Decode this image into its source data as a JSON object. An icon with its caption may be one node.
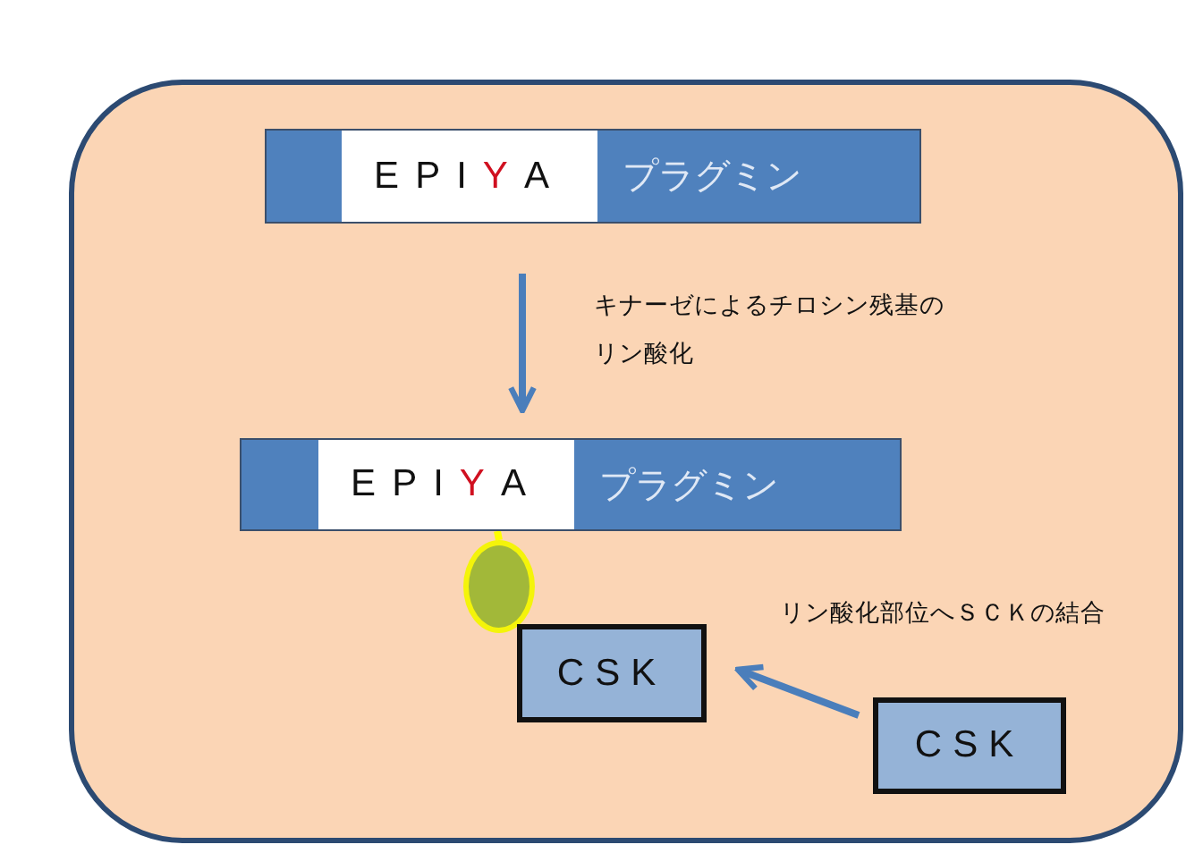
{
  "diagram": {
    "nodes": [
      {
        "text": [
          "EPIYA",
          "プラグミン"
        ]
      },
      {
        "text": [
          "EPIYA",
          "プラグミン"
        ]
      },
      {
        "text": [],
        "shape": "circle"
      },
      {
        "text": [
          "CSK"
        ]
      },
      {
        "text": [
          "CSK"
        ]
      }
    ],
    "edges": [
      {
        "from": 0,
        "to": 1,
        "arrow": "to",
        "label": "キナーゼによるチロシン残基のリン酸化"
      },
      {
        "from": 1,
        "to": 2,
        "arrow": "none",
        "color": "#ffff00"
      },
      {
        "from": 4,
        "to": 3,
        "arrow": "to"
      }
    ],
    "labels": [
      "リン酸化部位へＳＣＫの結合"
    ]
  }
}
